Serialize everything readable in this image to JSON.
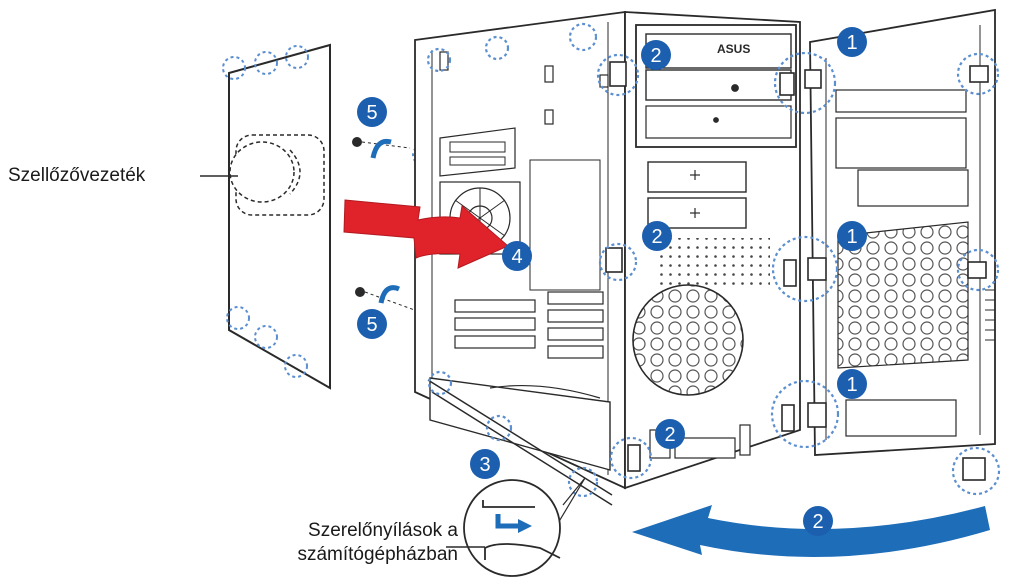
{
  "labels": {
    "duct": "Szellőzővezeték",
    "slots_line1": "Szerelőnyílások a",
    "slots_line2": "számítógépházban"
  },
  "drive_brand": "ASUS",
  "step_numbers": [
    "1",
    "2",
    "3",
    "4",
    "5"
  ],
  "colors": {
    "step_badge": "#1b5fae",
    "arrow_red": "#e0222a",
    "arrow_blue": "#1e6db8",
    "dotted_circle": "#5b8fd0",
    "line_art": "#2a2a2a"
  }
}
